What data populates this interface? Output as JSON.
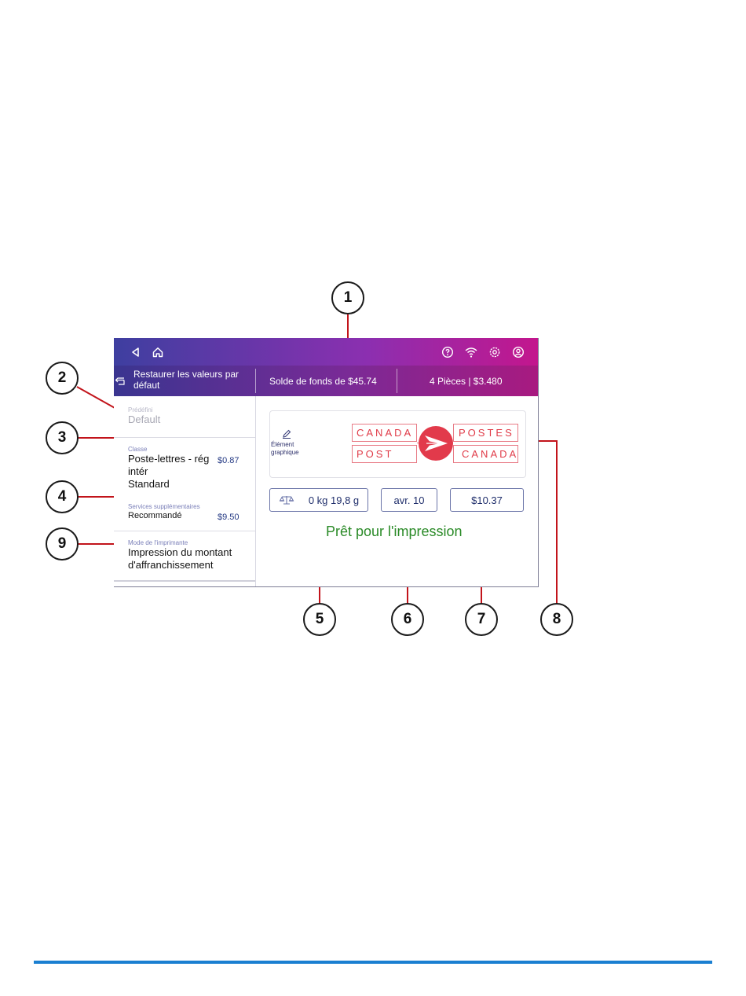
{
  "topbar": {
    "icons": [
      "back-icon",
      "home-icon",
      "help-icon",
      "wifi-icon",
      "settings-icon",
      "account-icon"
    ]
  },
  "statusbar": {
    "restore_label": "Restaurer les valeurs par défaut",
    "funds_label": "Solde de fonds de $45.74",
    "pieces_label": "4 Pièces | $3.480"
  },
  "left_panel": {
    "preset": {
      "label": "Prédéfini",
      "value": "Default"
    },
    "class": {
      "label": "Classe",
      "line1": "Poste-lettres - rég",
      "line2": "intér",
      "line3": "Standard",
      "price": "$0.87"
    },
    "services": {
      "label": "Services supplémentaires",
      "value": "Recommandé",
      "price": "$9.50"
    },
    "printer_mode": {
      "label": "Mode de l'imprimante",
      "line1": "Impression du montant",
      "line2": "d'affranchissement"
    }
  },
  "graphic": {
    "label_line1": "Élément",
    "label_line2": "graphique",
    "logo": {
      "tl": "CANADA",
      "tr": "POSTES",
      "bl": "POST",
      "br": "CANADA"
    }
  },
  "fields": {
    "weight": "0 kg 19,8 g",
    "date": "avr. 10",
    "amount": "$10.37"
  },
  "status_message": "Prêt pour l'impression",
  "callouts": [
    "1",
    "2",
    "3",
    "4",
    "5",
    "6",
    "7",
    "8",
    "9"
  ],
  "colors": {
    "topbar_start": "#3e3fa0",
    "topbar_end": "#c3168d",
    "ready_green": "#2a8a27",
    "callout_line": "#c2141b",
    "canada_post_red": "#e03b48",
    "footer_rule": "#1a7fd1"
  }
}
